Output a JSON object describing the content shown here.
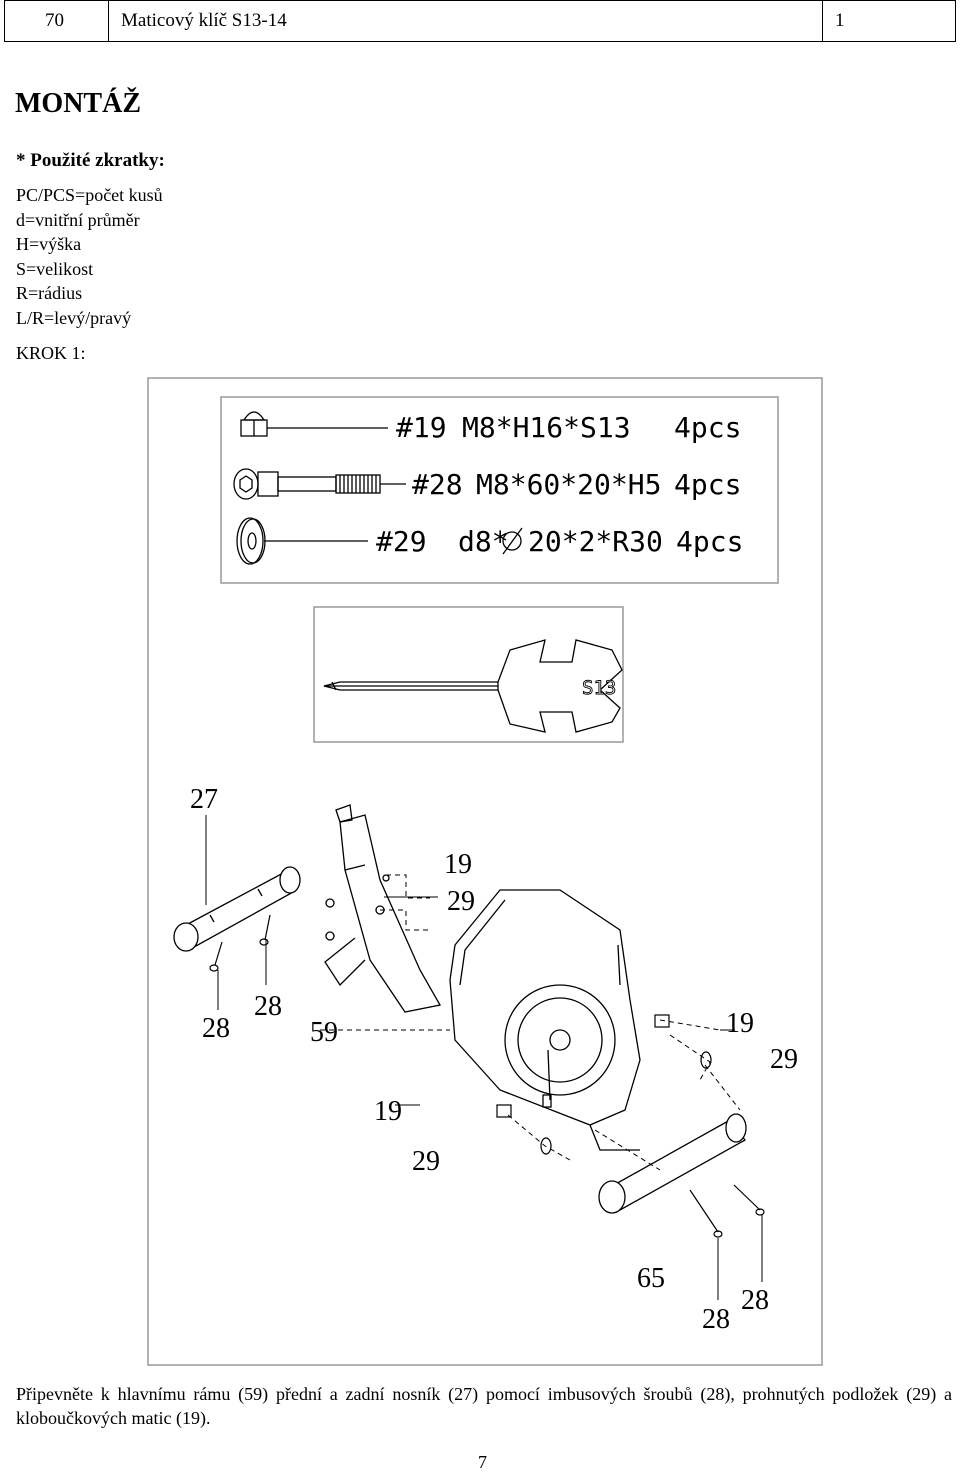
{
  "header": {
    "page": "70",
    "product": "Maticový klíč S13-14",
    "sheet": "1"
  },
  "title": "MONTÁŽ",
  "abbr_heading": "* Použité zkratky:",
  "abbreviations": [
    "PC/PCS=počet kusů",
    "d=vnitřní průměr",
    "H=výška",
    "S=velikost",
    "R=rádius",
    "L/R=levý/pravý"
  ],
  "step_label": "KROK 1:",
  "parts": [
    {
      "code": "#19",
      "spec": "M8*H16*S13",
      "qty": "4pcs",
      "icon": "cap-nut-icon"
    },
    {
      "code": "#28",
      "spec": "M8*60*20*H5",
      "qty": "4pcs",
      "icon": "allen-bolt-icon"
    },
    {
      "code": "#29",
      "spec": "d8*",
      "spec2": "20*2*R30",
      "qty": "4pcs",
      "icon": "curved-washer-icon"
    }
  ],
  "tool_label": "S13",
  "callouts": {
    "c27": "27",
    "c19a": "19",
    "c29a": "29",
    "c28a": "28",
    "c28b": "28",
    "c59": "59",
    "c19b": "19",
    "c29b": "29",
    "c19c": "19",
    "c29c": "29",
    "c65": "65",
    "c28c": "28",
    "c28d": "28"
  },
  "instruction": "Připevněte k hlavnímu rámu (59) přední a zadní nosník (27) pomocí imbusových šroubů (28), prohnutých podložek (29) a kloboučkových matic (19).",
  "page_number": "7"
}
